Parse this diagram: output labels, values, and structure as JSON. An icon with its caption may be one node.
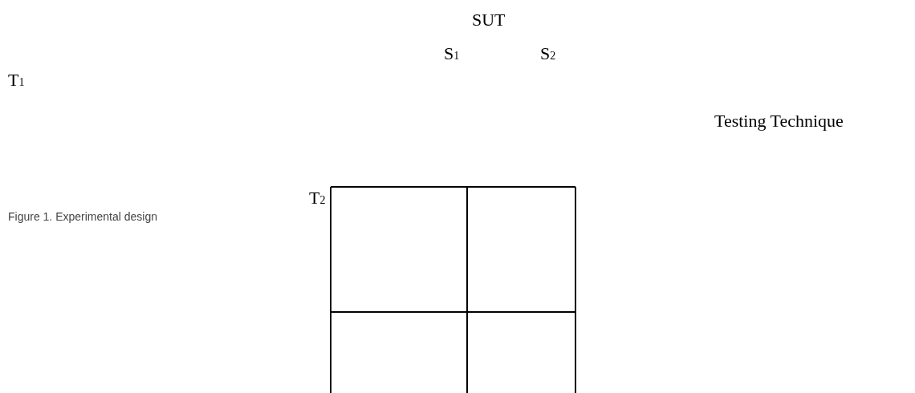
{
  "diagram": {
    "caption": "Figure 1. Experimental design",
    "labels": [
      "SUT",
      "S$_{1}$",
      "S$_{2}$",
      "T$_{1}$",
      "Testing Technique",
      "T$_{2}$"
    ]
  }
}
